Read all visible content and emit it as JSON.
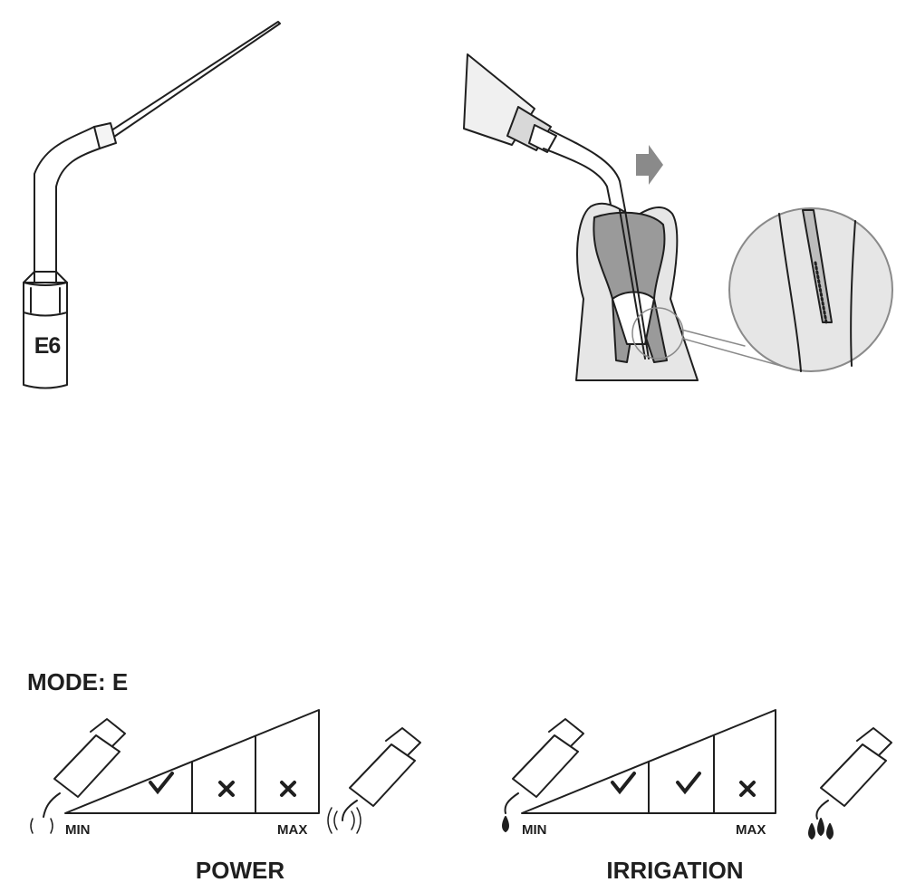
{
  "tip": {
    "code": "E6"
  },
  "mode": {
    "title": "MODE: E"
  },
  "power": {
    "label": "POWER",
    "min_label": "MIN",
    "max_label": "MAX",
    "levels": [
      "check",
      "cross",
      "cross"
    ]
  },
  "irrigation": {
    "label": "IRRIGATION",
    "min_label": "MIN",
    "max_label": "MAX",
    "levels": [
      "check",
      "check",
      "cross"
    ]
  },
  "colors": {
    "ink": "#1f1f1f",
    "gray": "#8a8a8a",
    "light": "#d8d8d8"
  }
}
